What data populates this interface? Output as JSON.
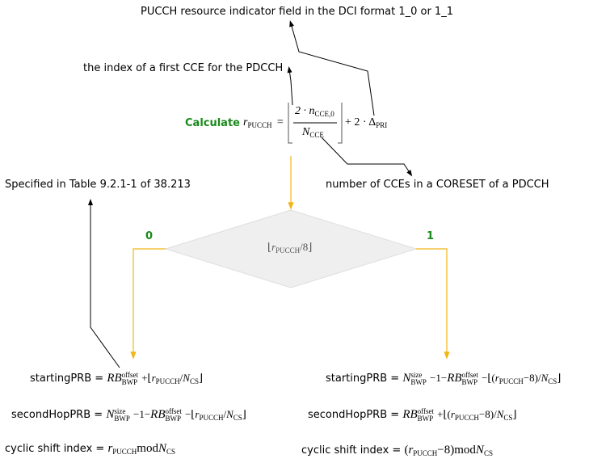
{
  "annotations": {
    "pri_field": "PUCCH resource indicator field in the DCI format 1_0 or 1_1",
    "first_cce": "the index of a first CCE for the PDCCH",
    "table_ref": "Specified in Table 9.2.1-1 of 38.213",
    "num_cces": "number of CCEs in a CORESET of a PDCCH"
  },
  "calculate": {
    "keyword": "Calculate",
    "r": "r",
    "r_sub": "PUCCH",
    "eq": "=",
    "num_dot": "2 · n",
    "num_sub": "CCE,0",
    "den": "N",
    "den_sub": "CCE",
    "plus": "+ 2 · Δ",
    "delta_sub": "PRI"
  },
  "decision": {
    "r": "r",
    "r_sub": "PUCCH",
    "div": "/8",
    "branch_left": "0",
    "branch_right": "1"
  },
  "left_results": {
    "starting_label": "startingPRB",
    "second_label": "secondHopPRB",
    "cyclic_label": "cyclic shift index"
  },
  "right_results": {
    "starting_label": "startingPRB",
    "second_label": "secondHopPRB",
    "cyclic_label": "cyclic shift index"
  },
  "colors": {
    "flow_line": "#f2b517",
    "keyword_green": "#1a8a1a",
    "diamond_fill": "#efefef"
  }
}
